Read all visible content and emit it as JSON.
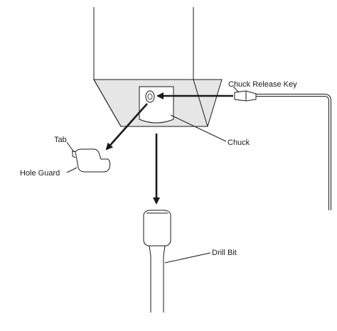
{
  "labels": {
    "chuck_release_key": "Chuck Release Key",
    "chuck": "Chuck",
    "tab": "Tab",
    "hole_guard": "Hole Guard",
    "drill_bit": "Drill Bit"
  },
  "colors": {
    "line": "#1a1a1a",
    "shading": "#e6e6e6",
    "background": "#ffffff"
  }
}
